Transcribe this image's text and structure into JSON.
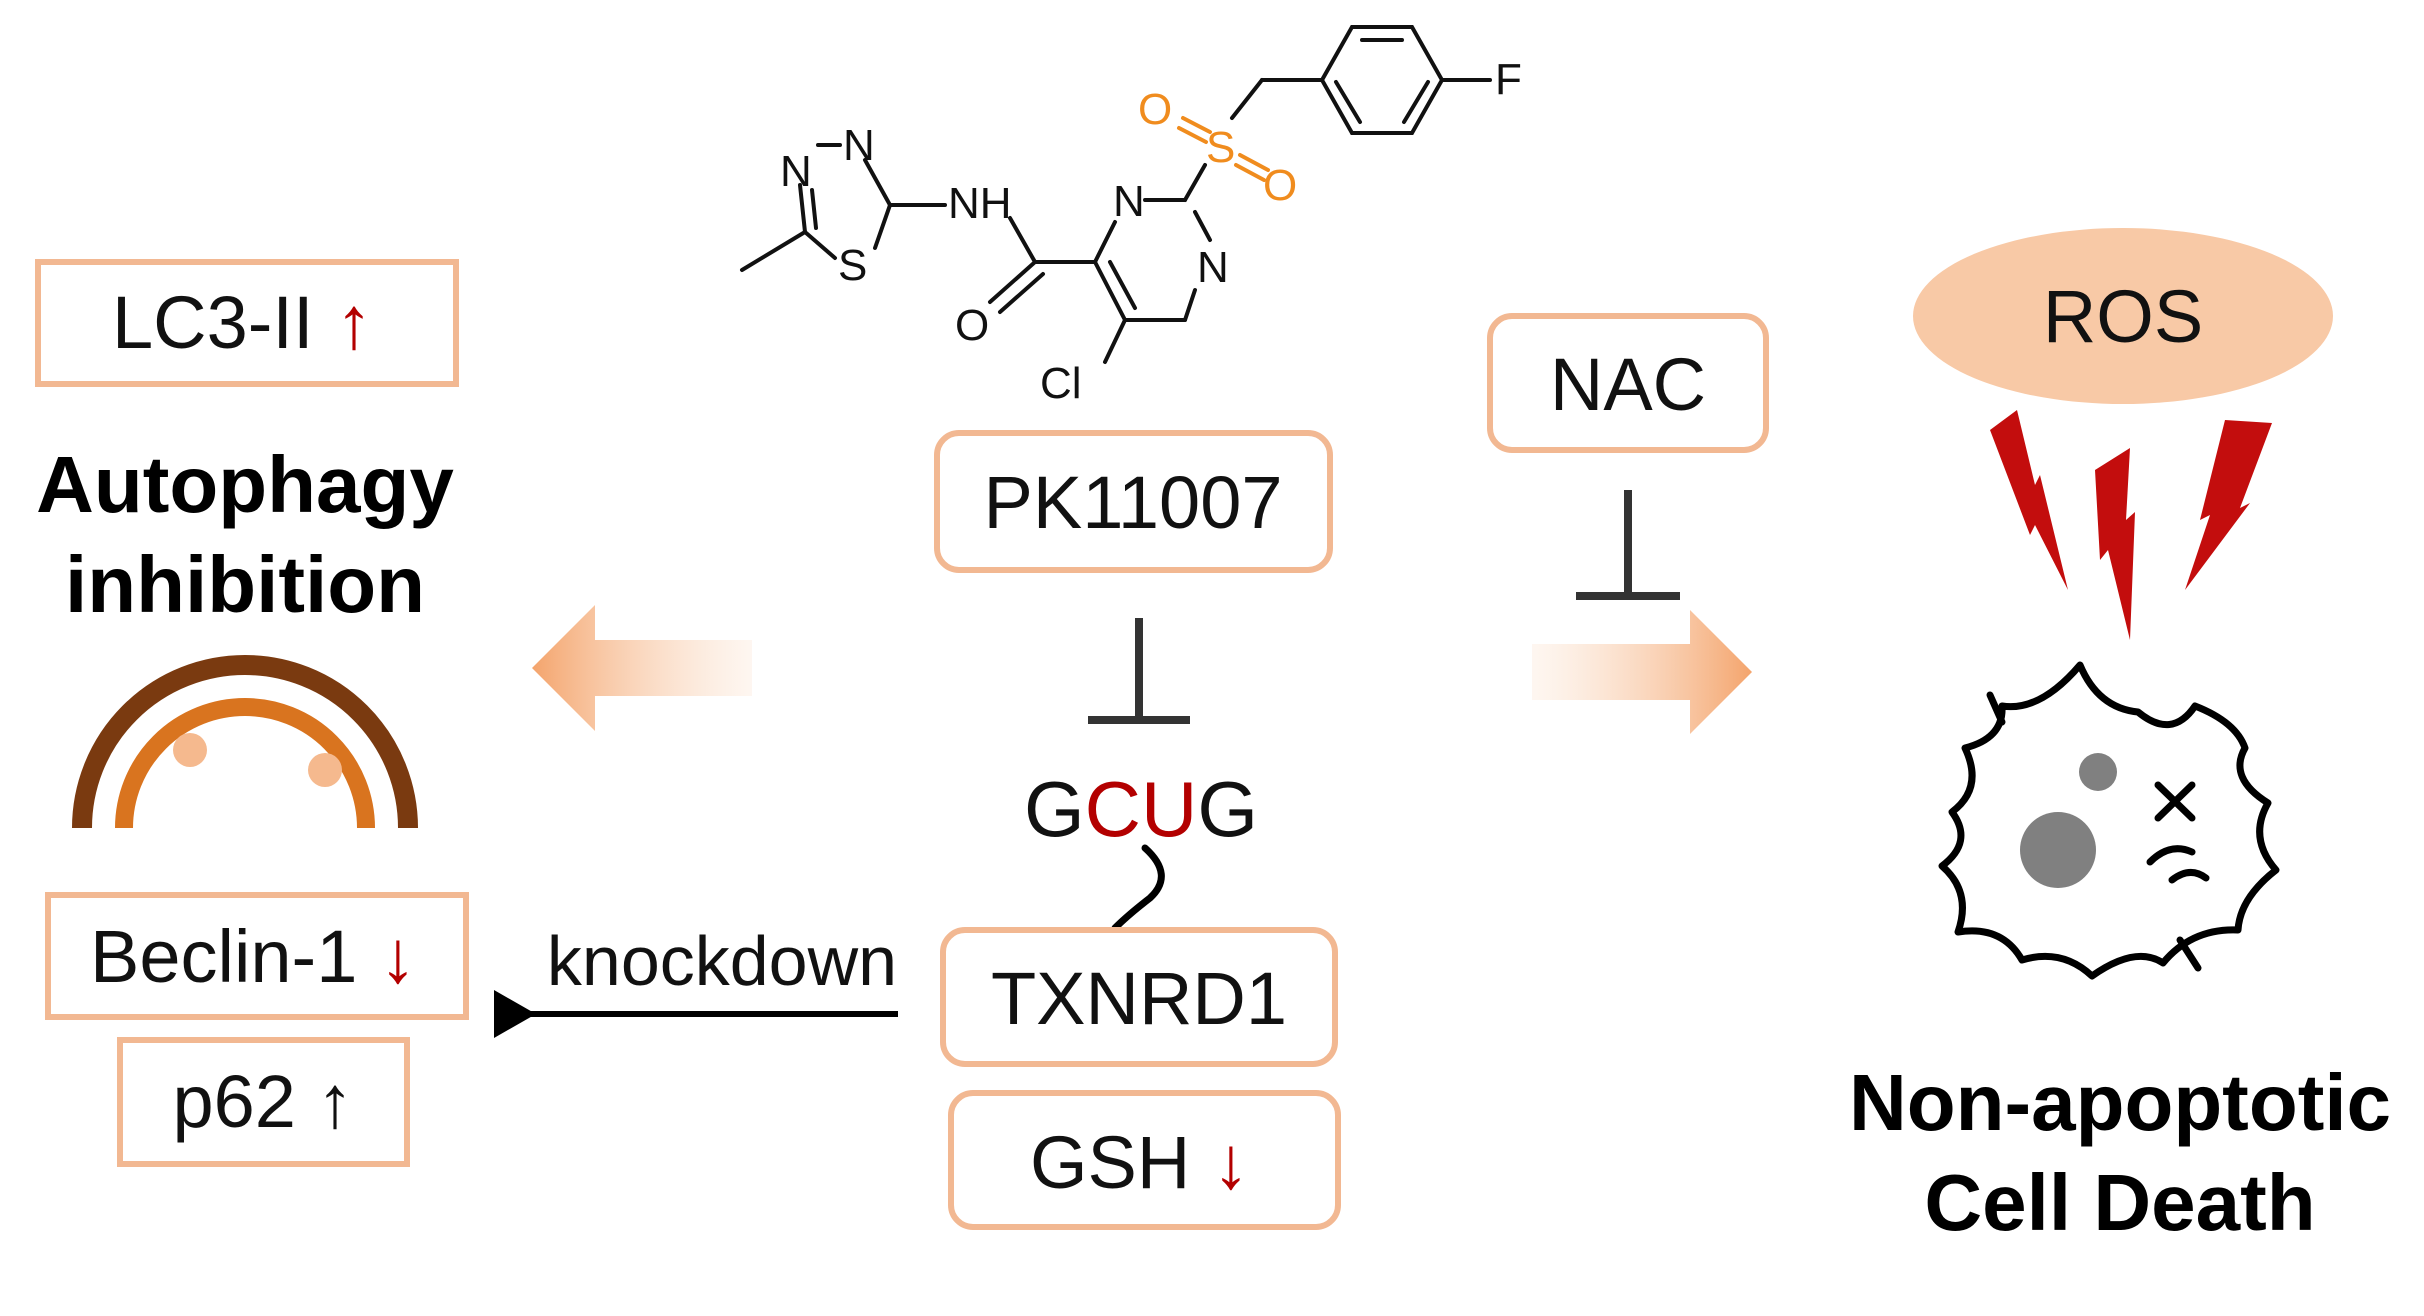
{
  "compound": {
    "name": "PK11007",
    "atoms": {
      "f": "F",
      "o_sulfonyl_1": "O",
      "s_sulfonyl": "S",
      "o_sulfonyl_2": "O",
      "n_thiadiazole_1": "N",
      "n_thiadiazole_2": "N",
      "s_thiadiazole": "S",
      "nh": "NH",
      "n_pyrimidine_1": "N",
      "n_pyrimidine_2": "N",
      "o_carbonyl": "O",
      "cl": "Cl"
    }
  },
  "target": {
    "sequence_parts": [
      "G",
      "CU",
      "G"
    ],
    "protein": "TXNRD1",
    "gsh": "GSH",
    "gsh_arrow": "↓"
  },
  "autophagy": {
    "lc3": "LC3-II",
    "lc3_arrow": "↑",
    "title_line1": "Autophagy",
    "title_line2": "inhibition",
    "beclin": "Beclin-1",
    "beclin_arrow": "↓",
    "p62": "p62 ↑",
    "knockdown": "knockdown"
  },
  "death": {
    "nac": "NAC",
    "ros": "ROS",
    "title_line1": "Non-apoptotic",
    "title_line2": "Cell Death"
  },
  "colors": {
    "box_border": "#f2b892",
    "arrow_orange": "#f4a46c",
    "down_up_red": "#b30000",
    "ros_fill": "#f8c9a6",
    "bolt_red": "#c30d0d",
    "sulfonyl_orange": "#f08c1e",
    "autophagosome_outer": "#7a3a10",
    "autophagosome_inner": "#d9741f",
    "vesicle_dot": "#f5b98e",
    "cell_nucleus_grey": "#808080"
  }
}
